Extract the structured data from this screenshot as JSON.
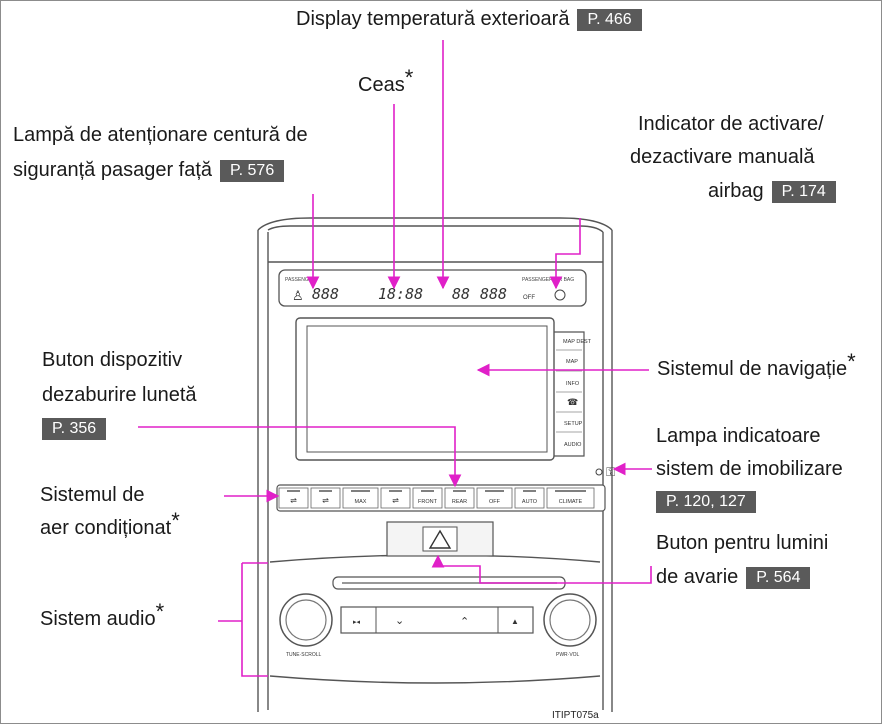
{
  "labels": {
    "outside_temp": {
      "text": "Display temperatură exterioară",
      "ref": "P. 466"
    },
    "clock": {
      "text": "Ceas",
      "star": "*"
    },
    "seatbelt": {
      "line1": "Lampă de atenționare centură de",
      "line2": "siguranță pasager față",
      "ref": "P. 576"
    },
    "airbag": {
      "line1": "Indicator de activare/",
      "line2": "dezactivare manuală",
      "line3": "airbag",
      "ref": "P. 174"
    },
    "defogger": {
      "line1": "Buton dispozitiv",
      "line2": "dezaburire lunetă",
      "ref": "P. 356"
    },
    "navigation": {
      "text": "Sistemul de navigație",
      "star": "*"
    },
    "immobilizer": {
      "line1": "Lampa indicatoare",
      "line2": "sistem de imobilizare",
      "ref": "P. 120, 127"
    },
    "air_conditioning": {
      "line1": "Sistemul de",
      "line2": "aer condiționat",
      "star": "*"
    },
    "hazard": {
      "line1": "Buton pentru lumini",
      "line2": "de avarie",
      "ref": "P. 564"
    },
    "audio": {
      "text": "Sistem audio",
      "star": "*"
    }
  },
  "panel": {
    "display_digits": [
      "888",
      "18:88",
      "88",
      "888"
    ],
    "passenger_label": "PASSENGER",
    "airbag_label": "PASSENGER AIR BAG",
    "off_label": "OFF",
    "nav_buttons": [
      "MAP DEST",
      "MAP",
      "INFO",
      "☎",
      "SETUP",
      "AUDIO"
    ],
    "climate_buttons": [
      "",
      "",
      "MAX",
      "",
      "FRONT",
      "REAR",
      "OFF",
      "AUTO",
      "CLIMATE"
    ],
    "knob_left": "TUNE·SCROLL",
    "knob_right": "PWR·VOL",
    "image_code": "ITIPT075a"
  },
  "colors": {
    "accent": "#e020c8",
    "ref_bg": "#5a5a5a",
    "line": "#555555"
  }
}
